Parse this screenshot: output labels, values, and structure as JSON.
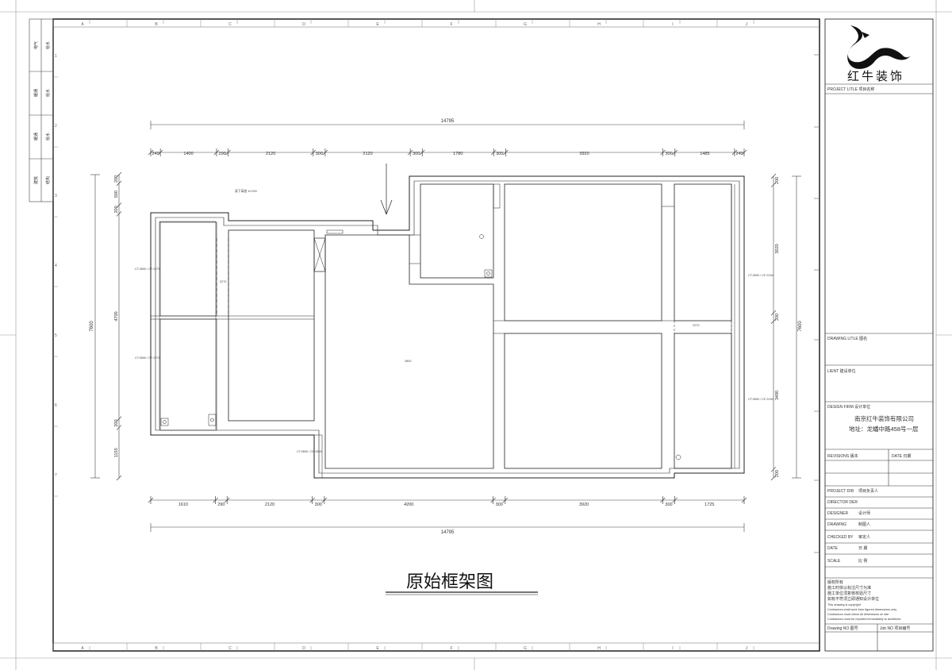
{
  "drawing_title": "原始框架图",
  "brand": {
    "name": "红牛装饰"
  },
  "grid": {
    "top_letters": [
      "A",
      "B",
      "C",
      "D",
      "E",
      "F",
      "G",
      "H",
      "I",
      "J"
    ],
    "side_numbers": [
      "1",
      "2",
      "3",
      "4",
      "5",
      "6",
      "7"
    ]
  },
  "left_strip": [
    {
      "a": "电气",
      "b": "给水"
    },
    {
      "a": "暖通",
      "b": "给水"
    },
    {
      "a": "暖通",
      "b": "给水"
    },
    {
      "a": "建筑",
      "b": "结构"
    }
  ],
  "dimensions": {
    "top_total": "14795",
    "top_segments": [
      "240",
      "1400",
      "290",
      "2120",
      "300",
      "2120",
      "300",
      "1780",
      "300",
      "3920",
      "300",
      "1485",
      "240"
    ],
    "bottom_total": "14795",
    "bottom_segments": [
      "1610",
      "290",
      "2120",
      "300",
      "4200",
      "300",
      "3920",
      "300",
      "1725"
    ],
    "left_total": "7600",
    "left_segments": [
      "200",
      "500",
      "200",
      "4700",
      "200",
      "1155"
    ],
    "right_total": "7600",
    "right_segments": [
      "200",
      "3020",
      "200",
      "3490",
      "200"
    ]
  },
  "plan_labels": {
    "note": "梁下高度 ±0.000",
    "center": "2800",
    "dim_2270": "2270",
    "dim_2270b": "2270",
    "ct_left1": "CT:2690 / CF:2270",
    "ct_left2": "CT:2690 / CF:2270",
    "ct_right1": "CT:2690 / CF:2150",
    "ct_right2": "CT:2690 / CF:2150",
    "ct_bottom": "CT:2690 / CF:2690"
  },
  "title_block": {
    "project_title": "PROJECT LITLE  项目名称",
    "drawing_title": "DRAWING LITLE  图名",
    "client": "LIENT  建设单位",
    "design_firm": "DESIGN FIRM  设计单位",
    "company": "南京红牛装饰有限公司",
    "address": "地址：龙蟠中路458号一层",
    "revisions": "REVISIONS  版本",
    "date_col": "DATE  日期",
    "rows": [
      {
        "en": "PROJECT DIR",
        "cn": "项目负责人"
      },
      {
        "en": "DIRECTOR DER",
        "cn": ""
      },
      {
        "en": "DESIGNER",
        "cn": "设计师"
      },
      {
        "en": "DRAWING",
        "cn": "制图人"
      },
      {
        "en": "CHECKED BY",
        "cn": "审定人"
      },
      {
        "en": "DATE",
        "cn": "日  期"
      },
      {
        "en": "SCALE",
        "cn": "比  例"
      }
    ],
    "copyright": "版权所有",
    "notes_cn": [
      "施工时依以标注尺寸为准",
      "施工单位须复核校验尺寸",
      "如有不符须立即通知设计单位"
    ],
    "notes_en": [
      "This drawing is copyright",
      "Contractors shall work from figured dimensions only",
      "Contractors must check all dimensions on site",
      "Contractors must be reported immediately to architects"
    ],
    "drawing_no": "Drawing NO  图号",
    "job_no": "Job NO  项目编号"
  }
}
